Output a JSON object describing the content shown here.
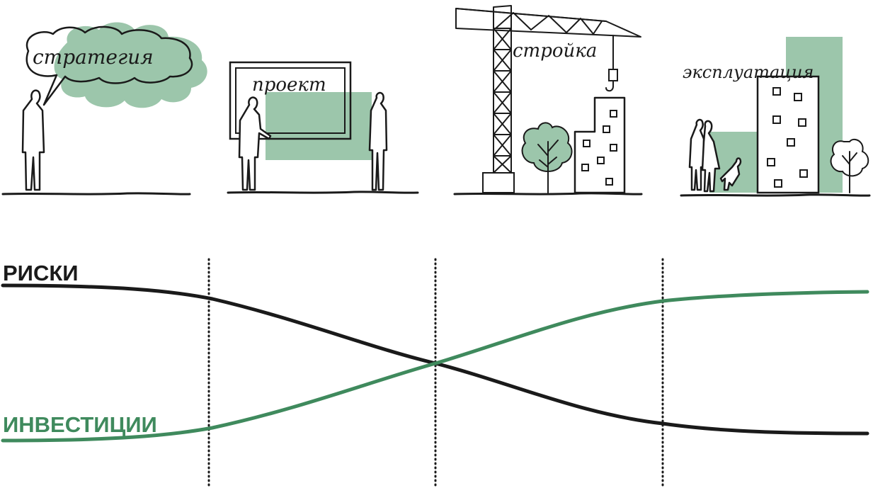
{
  "stages": [
    {
      "key": "strategy",
      "label": "стратегия"
    },
    {
      "key": "project",
      "label": "проект"
    },
    {
      "key": "construction",
      "label": "стройка"
    },
    {
      "key": "operation",
      "label": "эксплуатация"
    }
  ],
  "curves": {
    "risks": {
      "label": "РИСКИ",
      "color": "#1a1a1a"
    },
    "investments": {
      "label": "ИНВЕСТИЦИИ",
      "color": "#3f8a5d"
    }
  },
  "colors": {
    "accent_green": "#3f8a5d",
    "light_green": "#9cc6ab",
    "ink": "#1a1a1a"
  }
}
